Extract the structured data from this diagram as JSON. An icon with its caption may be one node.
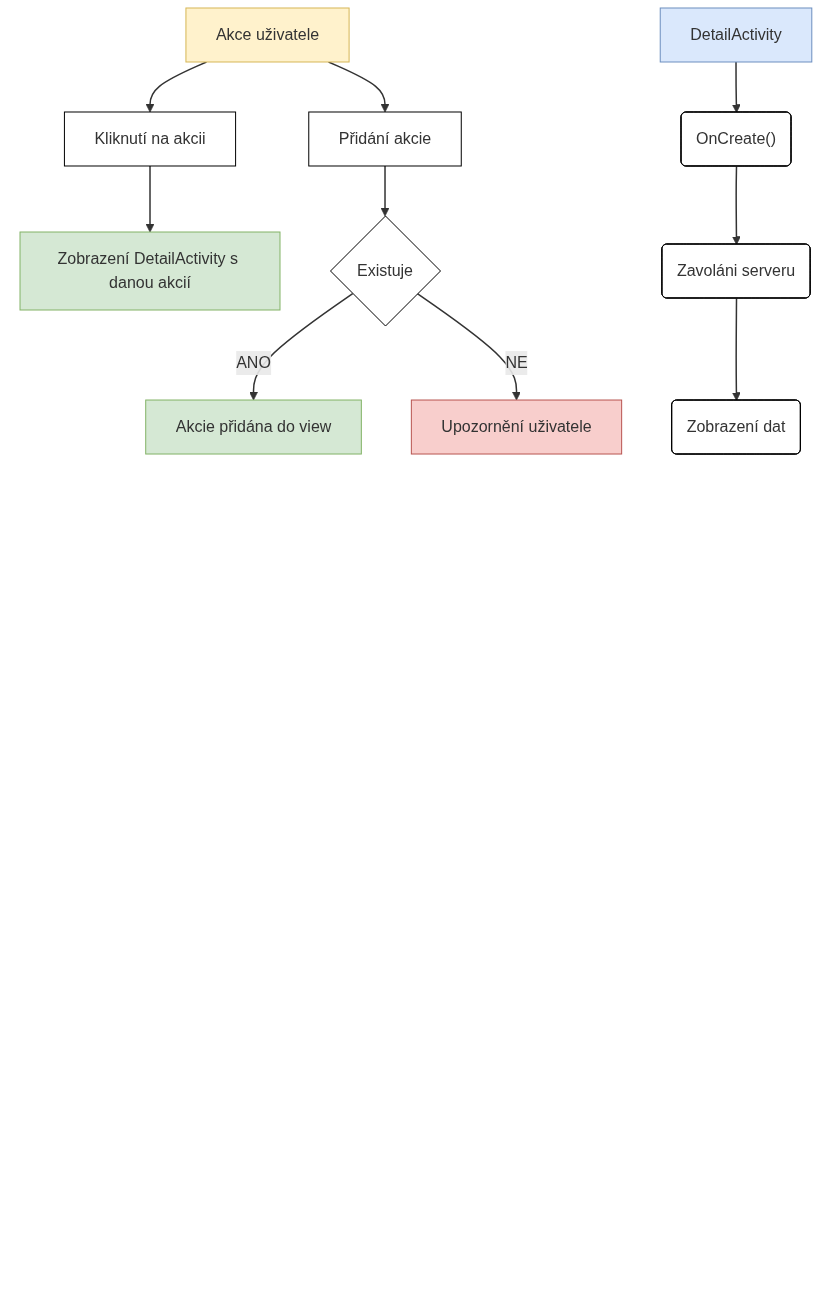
{
  "diagram": {
    "nodes": [
      {
        "text": [
          "Kliknutí na akcii"
        ]
      },
      {
        "text": [
          "Akce uživatele"
        ]
      },
      {
        "text": [
          "Zobrazení DetailActivity s danou akcií"
        ]
      },
      {
        "text": [
          "Přidání akcie"
        ]
      },
      {
        "text": [
          "Existuje"
        ]
      },
      {
        "text": [
          "Akcie přidána do view"
        ]
      },
      {
        "text": [
          "Upozornění uživatele"
        ]
      },
      {
        "text": [
          "DetailActivity"
        ]
      },
      {
        "text": [
          "OnCreate()"
        ]
      },
      {
        "text": [
          "Zavoláni serveru"
        ]
      },
      {
        "text": [
          "Zobrazení dat"
        ]
      }
    ],
    "edges": [
      {
        "from": 1,
        "to": 0,
        "arrow": "to"
      },
      {
        "from": 0,
        "to": 2,
        "arrow": "to"
      },
      {
        "from": 1,
        "to": 3,
        "arrow": "to"
      },
      {
        "from": 3,
        "to": 4,
        "arrow": "to"
      },
      {
        "from": 4,
        "to": 5,
        "arrow": "to",
        "label": "ANO"
      },
      {
        "from": 4,
        "to": 6,
        "arrow": "to",
        "label": "NE"
      },
      {
        "from": 7,
        "to": 8,
        "arrow": "to"
      },
      {
        "from": 8,
        "to": 9,
        "arrow": "to"
      },
      {
        "from": 9,
        "to": 10,
        "arrow": "to"
      }
    ]
  }
}
